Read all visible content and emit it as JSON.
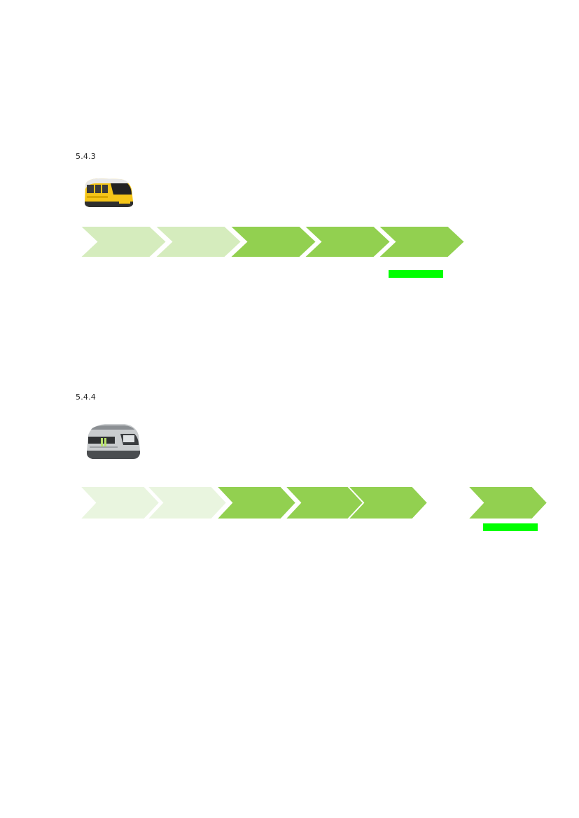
{
  "sections": [
    {
      "number": "5.4.3",
      "train_icon": "yellow-tram-icon",
      "steps": [
        {
          "state": "pending",
          "color": "#d5ecbd"
        },
        {
          "state": "pending",
          "color": "#d5ecbd"
        },
        {
          "state": "done",
          "color": "#92d050"
        },
        {
          "state": "done",
          "color": "#92d050"
        },
        {
          "state": "done",
          "color": "#92d050"
        }
      ],
      "highlight_color": "#00ff00"
    },
    {
      "number": "5.4.4",
      "train_icon": "grey-train-icon",
      "steps": [
        {
          "state": "pending",
          "color": "#e9f5df"
        },
        {
          "state": "pending",
          "color": "#e9f5df"
        },
        {
          "state": "done",
          "color": "#92d050"
        },
        {
          "state": "done",
          "color": "#92d050"
        },
        {
          "state": "done",
          "color": "#92d050"
        },
        {
          "state": "done",
          "color": "#92d050"
        }
      ],
      "highlight_color": "#00ff00"
    }
  ]
}
